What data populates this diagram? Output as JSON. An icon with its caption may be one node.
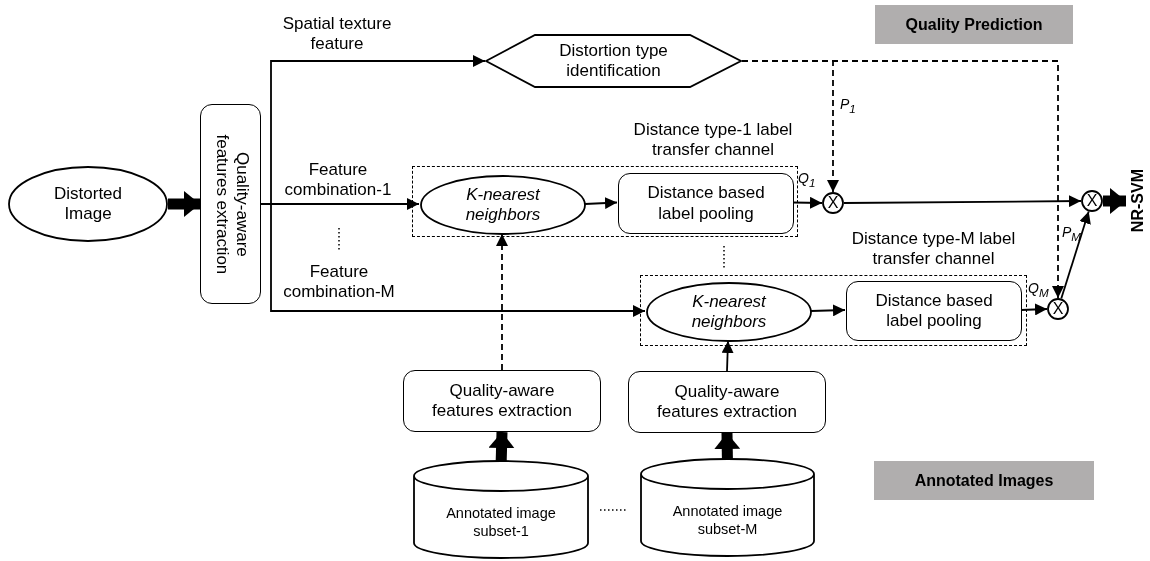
{
  "diagram": {
    "nodes": [
      {
        "text": [
          "Distorted Image"
        ]
      },
      {
        "text": [
          "Quality-aware features extraction"
        ]
      },
      {
        "text": [
          "Distortion type identification"
        ]
      },
      {
        "text": [
          "Distance type-1 label transfer channel"
        ]
      },
      {
        "text": [
          "K-nearest neighbors"
        ],
        "in": 3
      },
      {
        "text": [
          "Distance based label pooling"
        ],
        "in": 3
      },
      {
        "text": [
          "X"
        ]
      },
      {
        "text": [
          "Distance type-M label transfer channel"
        ]
      },
      {
        "text": [
          "K-nearest neighbors"
        ],
        "in": 7
      },
      {
        "text": [
          "Distance based label pooling"
        ],
        "in": 7
      },
      {
        "text": [
          "X"
        ]
      },
      {
        "text": [
          "X"
        ]
      },
      {
        "text": [
          "NR-SVM"
        ]
      },
      {
        "text": [
          "Quality-aware features extraction"
        ]
      },
      {
        "text": [
          "Quality-aware features extraction"
        ]
      },
      {
        "text": [
          "Annotated image subset-1"
        ]
      },
      {
        "text": [
          "Annotated image subset-M"
        ]
      },
      {
        "text": [
          "Quality Prediction"
        ]
      },
      {
        "text": [
          "Annotated Images"
        ]
      }
    ],
    "edges": [
      {
        "from": 0,
        "to": 1,
        "arrow": "to",
        "style": "thick"
      },
      {
        "from": 1,
        "to": 2,
        "arrow": "to",
        "label": "Spatial texture feature"
      },
      {
        "from": 1,
        "to": 4,
        "arrow": "to",
        "label": "Feature combination-1"
      },
      {
        "from": 1,
        "to": 8,
        "arrow": "to",
        "label": "Feature combination-M"
      },
      {
        "from": 4,
        "to": 5,
        "arrow": "to"
      },
      {
        "from": 5,
        "to": 6,
        "arrow": "to",
        "label": "Q$_{1}$"
      },
      {
        "from": 6,
        "to": 11,
        "arrow": "to"
      },
      {
        "from": 2,
        "to": 6,
        "arrow": "to",
        "style": "dashed",
        "label": "P$_{1}$"
      },
      {
        "from": 2,
        "to": 10,
        "arrow": "to",
        "style": "dashed",
        "label": "P$_{M}$"
      },
      {
        "from": 8,
        "to": 9,
        "arrow": "to"
      },
      {
        "from": 9,
        "to": 10,
        "arrow": "to",
        "label": "Q$_{M}$"
      },
      {
        "from": 10,
        "to": 11,
        "arrow": "to"
      },
      {
        "from": 11,
        "to": 12,
        "arrow": "to",
        "style": "thick"
      },
      {
        "from": 13,
        "to": 4,
        "arrow": "to",
        "style": "dashed"
      },
      {
        "from": 14,
        "to": 8,
        "arrow": "to"
      },
      {
        "from": 15,
        "to": 13,
        "arrow": "to",
        "style": "thick"
      },
      {
        "from": 16,
        "to": 14,
        "arrow": "to",
        "style": "thick"
      }
    ]
  }
}
